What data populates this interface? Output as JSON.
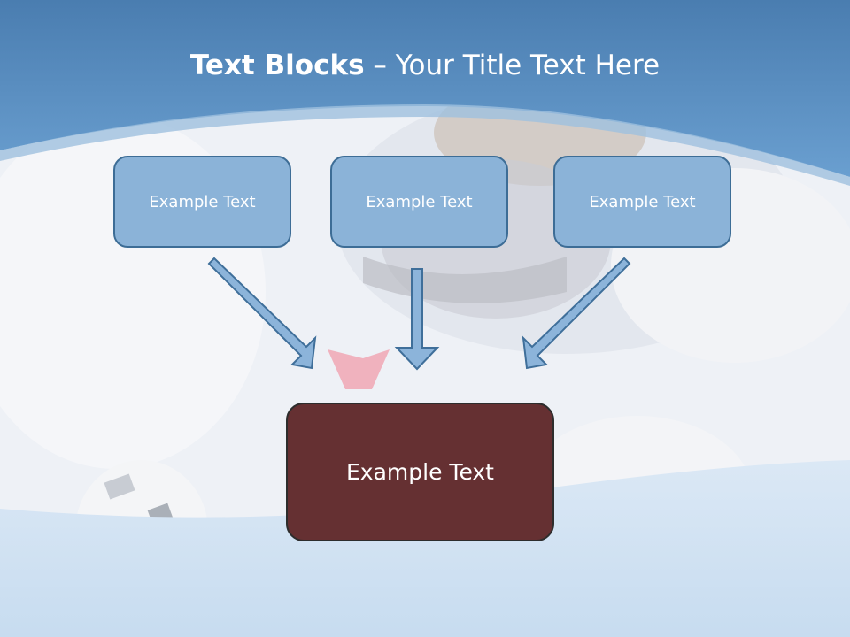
{
  "slide": {
    "title_bold": "Text Blocks",
    "title_dash": " – ",
    "title_rest": "Your Title Text Here"
  },
  "blocks": [
    {
      "label": "Example Text"
    },
    {
      "label": "Example Text"
    },
    {
      "label": "Example Text"
    }
  ],
  "result": {
    "label": "Example Text"
  },
  "colors": {
    "header_blue": "#5b92c6",
    "block_fill": "#8bb3d8",
    "block_border": "#3d6d96",
    "result_fill": "#653032",
    "arrow_fill": "#8cb4da"
  }
}
